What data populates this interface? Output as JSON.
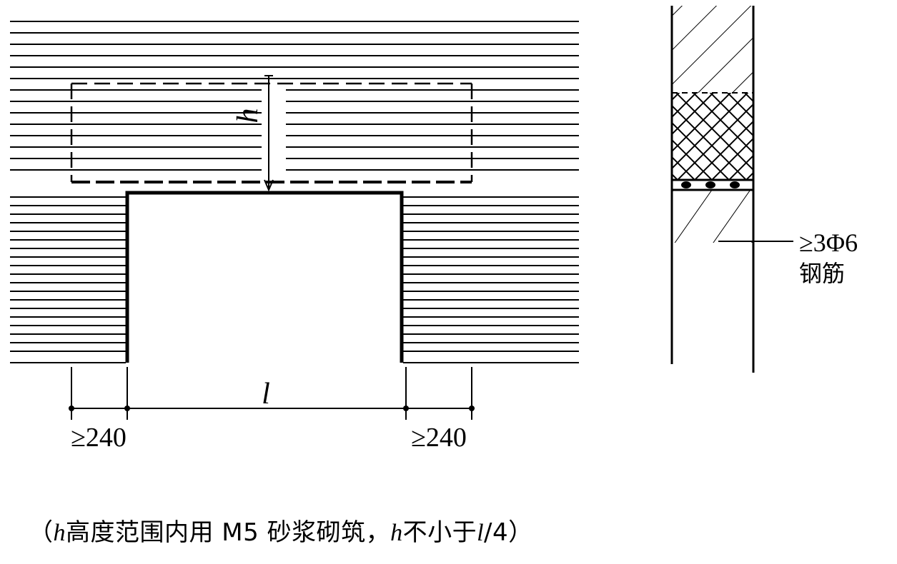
{
  "labels": {
    "h_dim": "h",
    "l_dim": "l",
    "min_left": "≥240",
    "min_right": "≥240",
    "rebar_spec": "≥3Φ6",
    "rebar_name": "钢筋"
  },
  "caption": {
    "open": "（",
    "h1": "h",
    "part1": "高度范围内用 M5 砂浆砌筑，",
    "h2": "h",
    "part2": "不小于",
    "l": "l",
    "part3": "/4）"
  }
}
